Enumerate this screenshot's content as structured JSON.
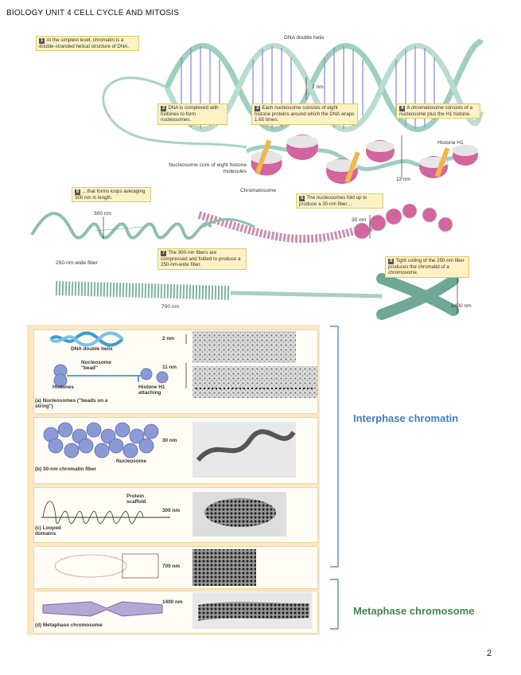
{
  "header": {
    "title": "BIOLOGY UNIT 4 CELL CYCLE AND MITOSIS"
  },
  "page_number": "2",
  "diagram": {
    "steps": [
      {
        "n": "1",
        "text": "At the simplest level, chromatin is a double-stranded helical structure of DNA."
      },
      {
        "n": "2",
        "text": "DNA is complexed with histones to form nucleosomes."
      },
      {
        "n": "3",
        "text": "Each nucleosome consists of eight histone proteins around which the DNA wraps 1.65 times."
      },
      {
        "n": "4",
        "text": "A chromatosome consists of a nucleosome plus the H1 histone."
      },
      {
        "n": "5",
        "text": "The nucleosomes fold up to produce a 30-nm fiber…"
      },
      {
        "n": "6",
        "text": "…that forms loops averaging 300 nm in length."
      },
      {
        "n": "7",
        "text": "The 300-nm fibers are compressed and folded to produce a 250-nm-wide fiber."
      },
      {
        "n": "8",
        "text": "Tight coiling of the 250-nm fiber produces the chromatid of a chromosome."
      }
    ],
    "labels": {
      "dna_helix": "DNA double helix",
      "two_nm": "2 nm",
      "core": "Nucleosome core of eight histone molecules",
      "chromatosome": "Chromatosome",
      "histone_h1": "Histone H1",
      "eleven_nm": "11 nm",
      "thirty_nm": "30 nm",
      "three_hundred_nm": "300 nm",
      "fiber250": "250-nm-wide fiber",
      "seven_hundred_nm": "700 nm",
      "fourteen_hundred_nm": "1400 nm"
    }
  },
  "panels": {
    "dna_label": "DNA double helix",
    "nucleosome_bead": "Nucleosome \"bead\"",
    "histones": "Histones",
    "histone_h1": "Histone H1 attaching",
    "a": "(a) Nucleosomes (\"beads on a string\")",
    "nucleosome": "Nucleosome",
    "b": "(b) 30-nm chromatin fiber",
    "protein_scaffold": "Protein scaffold",
    "c": "(c) Looped domains",
    "d": "(d) Metaphase chromosome",
    "scales": [
      "2 nm",
      "11 nm",
      "30 nm",
      "300 nm",
      "700 nm",
      "1400 nm"
    ]
  },
  "side": {
    "interphase": "Interphase chromatin",
    "metaphase": "Metaphase chromosome",
    "interphase_color": "#3f7fb8",
    "metaphase_color": "#3f8a4a"
  }
}
